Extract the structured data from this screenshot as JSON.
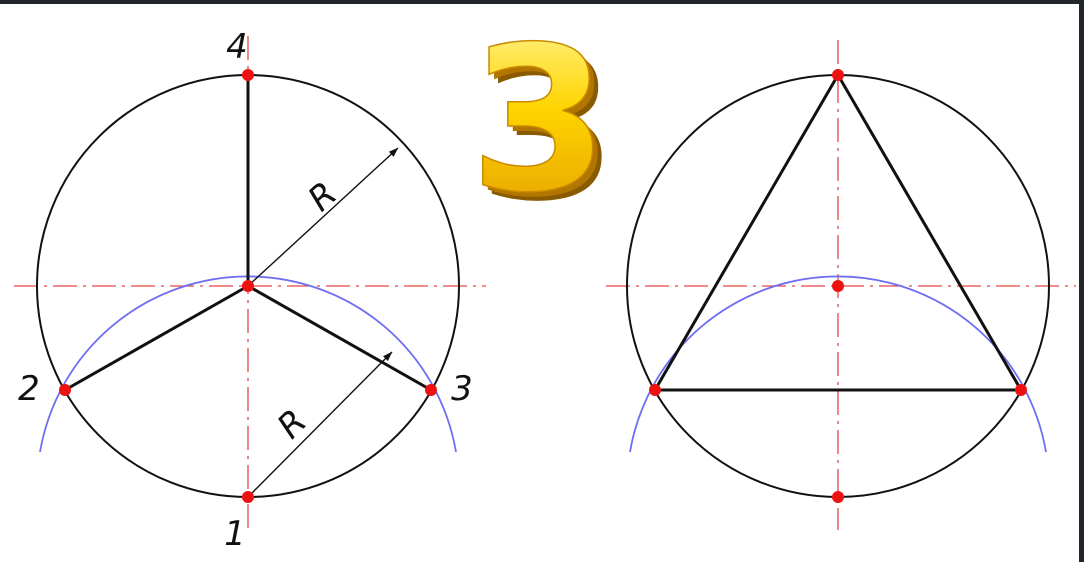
{
  "colors": {
    "background": "#22252b",
    "paper": "#ffffff",
    "line": "#111111",
    "centerline": "#e64646",
    "arc": "#6f6ff2",
    "point": "#ee1111",
    "gold_light": "#fff36a",
    "gold_mid": "#ffd400",
    "gold_dark": "#b27600"
  },
  "step_number": "3",
  "left_figure": {
    "point_labels": [
      "1",
      "2",
      "3",
      "4"
    ],
    "radius_label_upper": "R",
    "radius_label_lower": "R"
  },
  "right_figure": {
    "shape": "equilateral triangle inscribed in circle"
  }
}
